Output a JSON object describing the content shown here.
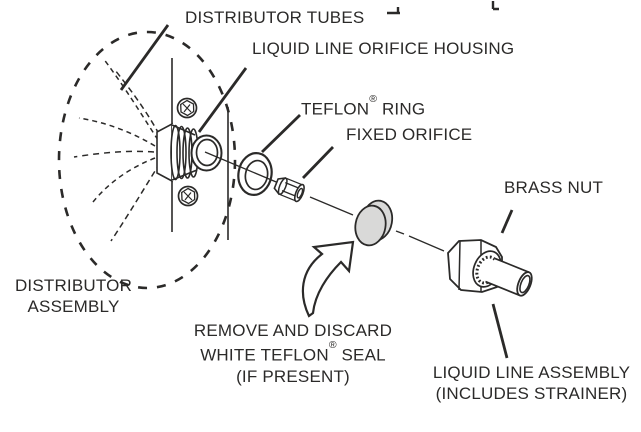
{
  "diagram": {
    "labels": {
      "distributor_tubes": "DISTRIBUTOR TUBES",
      "liquid_line_orifice_housing": "LIQUID LINE ORIFICE HOUSING",
      "teflon_ring": {
        "pre": "TEFLON",
        "sup": "®",
        "post": " RING"
      },
      "fixed_orifice": "FIXED ORIFICE",
      "brass_nut": "BRASS NUT",
      "distributor_assembly": {
        "line1": "DISTRIBUTOR",
        "line2": "ASSEMBLY"
      },
      "seal_note": {
        "line1": "REMOVE AND DISCARD",
        "line2_pre": "WHITE TEFLON",
        "line2_sup": "®",
        "line2_post": " SEAL",
        "line3": "(IF PRESENT)"
      },
      "liquid_line_assembly": {
        "line1": "LIQUID LINE ASSEMBLY",
        "line2": "(INCLUDES STRAINER)"
      }
    },
    "colors": {
      "ink": "#2b2a29",
      "seal_fill": "#d9d9d8",
      "background": "#ffffff"
    }
  }
}
